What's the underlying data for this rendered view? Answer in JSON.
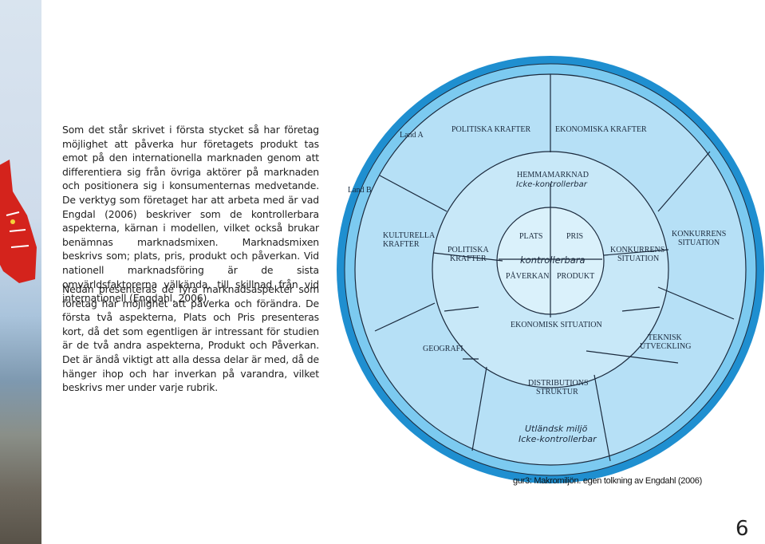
{
  "paragraphs": {
    "p1": "Som det står skrivet i första stycket så har företag möjlighet att påverka hur företagets produkt tas emot på den internationella marknaden genom att differentiera sig från övriga aktörer på marknaden och positionera sig i konsumenternas medvetande. De verktyg som företaget har att arbeta med är vad Engdal (2006) beskriver som de kontrollerbara aspekterna, kärnan i modellen, vilket också brukar benämnas marknadsmixen. Marknadsmixen beskrivs som; plats, pris, produkt och påverkan. Vid nationell marknadsföring är de sista omvärldsfaktorerna välkända, till skillnad från vid internationell (Engdahl, 2006).",
    "p2": "Nedan presenteras de fyra marknadsaspekter som företag har möjlighet att påverka och förändra. De första två aspekterna, Plats och Pris presenteras kort, då det som egentligen är intressant för studien är de två andra aspekterna, Produkt och Påverkan. Det är ändå viktigt att alla dessa delar är med, då de hänger ihop och har inverkan på varandra, vilket beskrivs mer under varje rubrik."
  },
  "diagram": {
    "land_a": "Land A",
    "land_b": "Land B",
    "outer_ring": {
      "politiska": "POLITISKA KRAFTER",
      "ekonomiska": "EKONOMISKA KRAFTER",
      "kulturella_1": "KULTURELLA",
      "kulturella_2": "KRAFTER",
      "konkurrens_1": "KONKURRENS",
      "konkurrens_2": "SITUATION",
      "geografi": "GEOGRAFI",
      "teknisk_1": "TEKNISK",
      "teknisk_2": "UTVECKLING",
      "distribution_1": "DISTRIBUTIONS",
      "distribution_2": "STRUKTUR"
    },
    "home": {
      "title": "HEMMAMARKNAD",
      "subtitle": "Icke-kontrollerbar",
      "politiska_1": "POLITISKA",
      "politiska_2": "KRAFTER",
      "konkurrens_1": "KONKURRENS-",
      "konkurrens_2": "SITUATION",
      "ekonomisk": "EKONOMISK SITUATION"
    },
    "core": {
      "plats": "PLATS",
      "pris": "PRIS",
      "label": "kontrollerbara",
      "paverkan": "PÅVERKAN",
      "produkt": "PRODUKT"
    },
    "foreign": {
      "title": "Utländsk miljö",
      "subtitle": "Icke-kontrollerbar"
    },
    "colors": {
      "outer_dark": "#1f8fd0",
      "outer_ring": "#7ccaf0",
      "middle_band": "#b6e0f6",
      "home_market": "#c8e8f8",
      "core": "#daf1fb",
      "lines": "#1b2a3d"
    }
  },
  "caption": "gur3: Makromiljön. egen tolkning av Engdahl (2006)",
  "page_number": "6"
}
